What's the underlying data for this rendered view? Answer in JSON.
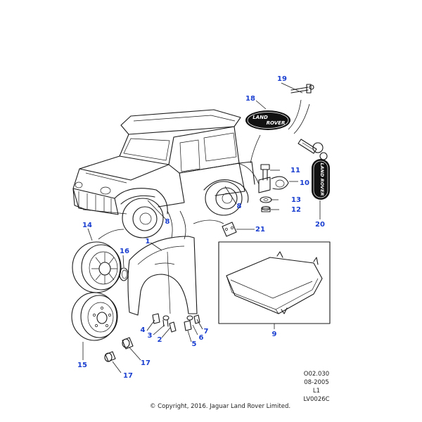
{
  "callouts": {
    "c1": "1",
    "c2": "2",
    "c3": "3",
    "c4": "4",
    "c5": "5",
    "c6": "6",
    "c7": "7",
    "c8a": "8",
    "c8b": "8",
    "c9": "9",
    "c10": "10",
    "c11": "11",
    "c12": "12",
    "c13": "13",
    "c14": "14",
    "c15": "15",
    "c16": "16",
    "c17a": "17",
    "c17b": "17",
    "c18": "18",
    "c19": "19",
    "c20": "20",
    "c21": "21"
  },
  "badge": {
    "line1": "LAND",
    "line2": "ROVER"
  },
  "keyfob": {
    "text": "LAND ROVER"
  },
  "reference": {
    "code1": "O02.030",
    "date": "08-2005",
    "level": "L1",
    "code2": "LV0026C"
  },
  "copyright": "© Copyright, 2016. Jaguar Land Rover Limited.",
  "colors": {
    "callout": "#1a3fd0",
    "line": "#1a1a1a",
    "background": "#ffffff"
  }
}
